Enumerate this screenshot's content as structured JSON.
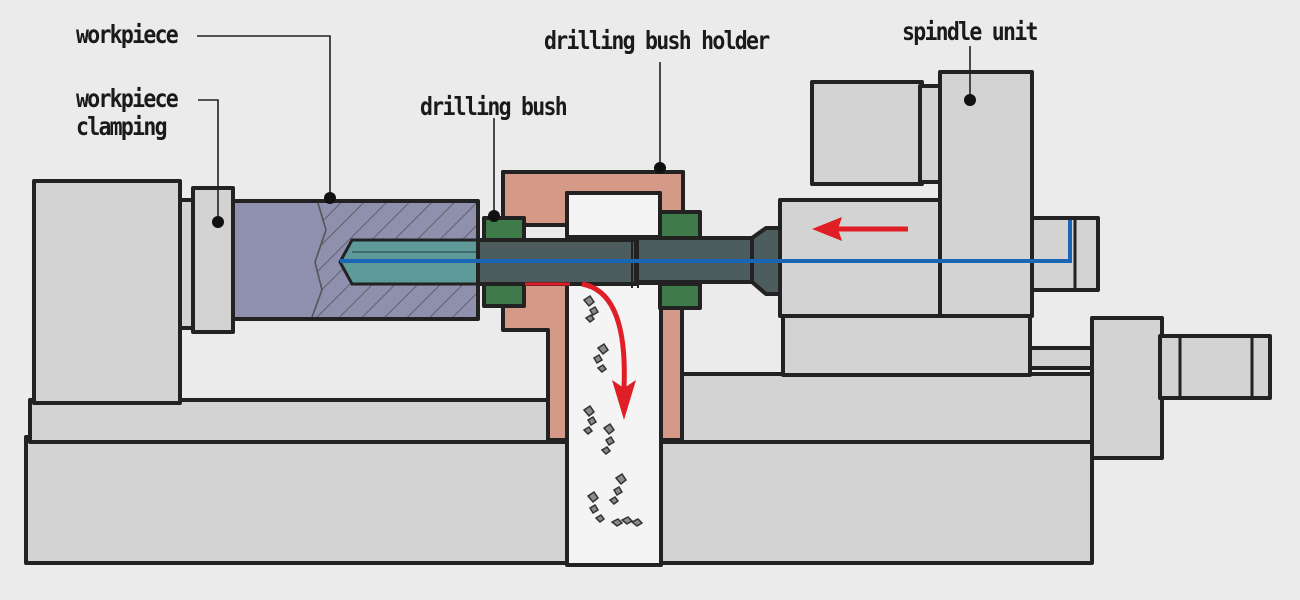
{
  "labels": {
    "workpiece": "workpiece",
    "clamping_line1": "workpiece",
    "clamping_line2": "clamping",
    "drilling_bush": "drilling bush",
    "drilling_bush_holder": "drilling bush holder",
    "spindle_unit": "spindle unit"
  },
  "colors": {
    "background": "#ebebeb",
    "machine_gray": "#d3d3d3",
    "outline": "#222222",
    "workpiece": "#8f8fae",
    "bush_holder": "#d49a87",
    "drilling_bush": "#3f7a4a",
    "drill_bit": "#5f9a9a",
    "drill_shank": "#4d5c5c",
    "coolant": "#1b66b4",
    "flow_arrow": "#e01e26"
  },
  "icons": {
    "flow_arrow": "red-arrow-icon",
    "chips": "metal-chip-icon",
    "leader_dot": "leader-dot-icon"
  }
}
